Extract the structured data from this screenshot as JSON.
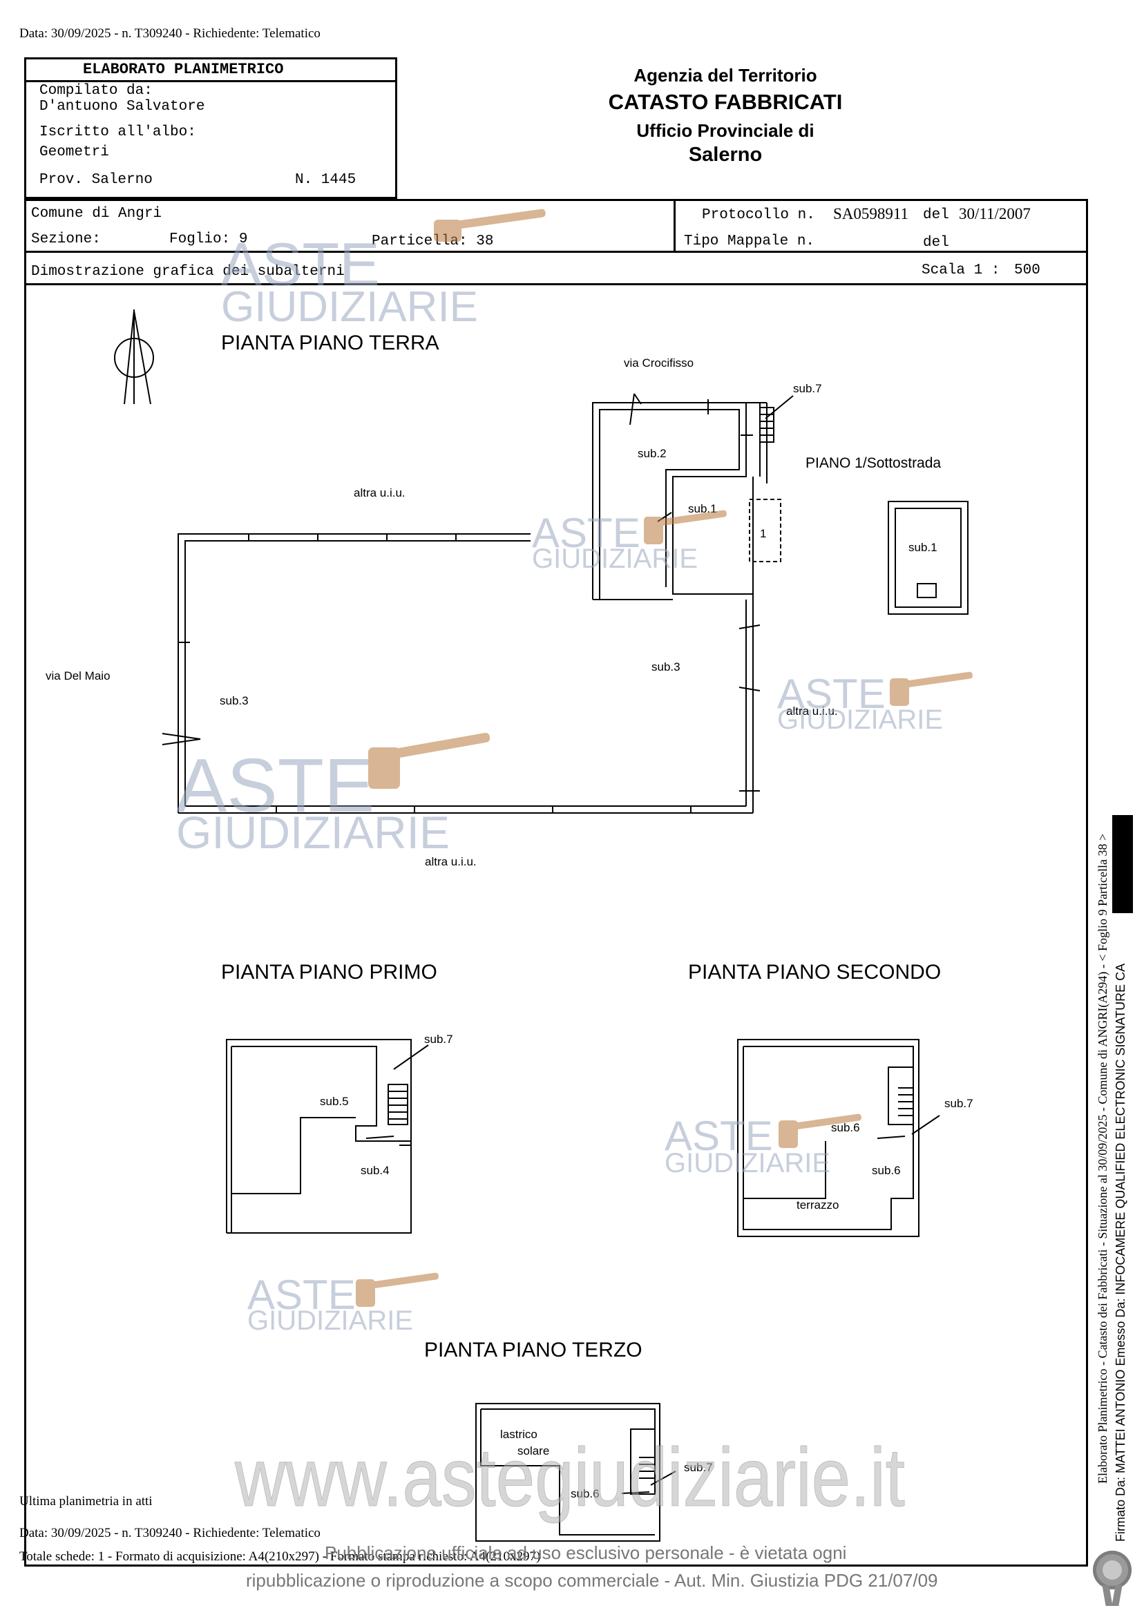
{
  "top_header": "Data: 30/09/2025 - n. T309240 - Richiedente: Telematico",
  "elaborato": {
    "title": "ELABORATO PLANIMETRICO",
    "compilato_label": "Compilato da:",
    "compilato_name": "D'antuono Salvatore",
    "iscritto_label": "Iscritto all'albo:",
    "iscritto_value": "Geometri",
    "prov_label": "Prov. Salerno",
    "numero": "N.  1445"
  },
  "agency": {
    "line1": "Agenzia del Territorio",
    "line2": "CATASTO FABBRICATI",
    "line3": "Ufficio Provinciale di",
    "line4": "Salerno"
  },
  "info": {
    "comune": "Comune di Angri",
    "sezione": "Sezione:",
    "foglio": "Foglio: 9",
    "particella": "Particella: 38",
    "protocollo_label": "Protocollo n.",
    "protocollo_value": "SA0598911",
    "del_label": "del",
    "protocollo_date": "30/11/2007",
    "tipo_mappale": "Tipo Mappale n.",
    "del_label2": "del",
    "dimostrazione": "Dimostrazione grafica dei subalterni",
    "scala_label": "Scala 1 :",
    "scala_value": "500"
  },
  "plans": {
    "terra_title": "PIANTA PIANO TERRA",
    "via_crocifisso": "via Crocifisso",
    "via_del_maio": "via Del Maio",
    "altra_uiu": "altra u.i.u.",
    "sub1": "sub.1",
    "sub2": "sub.2",
    "sub3": "sub.3",
    "sub4": "sub.4",
    "sub5": "sub.5",
    "sub6": "sub.6",
    "sub7": "sub.7",
    "one": "1",
    "sottostrada": "PIANO 1/Sottostrada",
    "primo_title": "PIANTA PIANO PRIMO",
    "secondo_title": "PIANTA PIANO SECONDO",
    "terzo_title": "PIANTA PIANO TERZO",
    "terrazzo": "terrazzo",
    "lastrico": "lastrico",
    "solare": "solare"
  },
  "watermark": {
    "aste": "ASTE",
    "giudiziarie": "GIUDIZIARIE",
    "url": "www.astegiudiziarie.it"
  },
  "footer": {
    "ultima": "Ultima planimetria in atti",
    "data": "Data: 30/09/2025 - n. T309240 - Richiedente: Telematico",
    "totale": "Totale schede: 1 - Formato di acquisizione: A4(210x297) - Formato stampa richiesto: A4(210x297)",
    "pubblicazione": "Pubblicazione ufficiale ad uso esclusivo personale - è vietata ogni",
    "ripubblicazione": "ripubblicazione o riproduzione a scopo commerciale - Aut. Min. Giustizia PDG 21/07/09"
  },
  "side": {
    "line1": "Elaborato Planimetrico - Catasto dei Fabbricati - Situazione al 30/09/2025 - Comune di ANGRI(A294) - < Foglio 9 Particella 38 >",
    "line2": "Firmato Da: MATTEI ANTONIO Emesso Da: INFOCAMERE QUALIFIED ELECTRONIC SIGNATURE CA"
  },
  "colors": {
    "wm_blue": "#9aa7bf",
    "wm_brown": "#b8793d",
    "wm_gray": "#b5b5b5"
  }
}
